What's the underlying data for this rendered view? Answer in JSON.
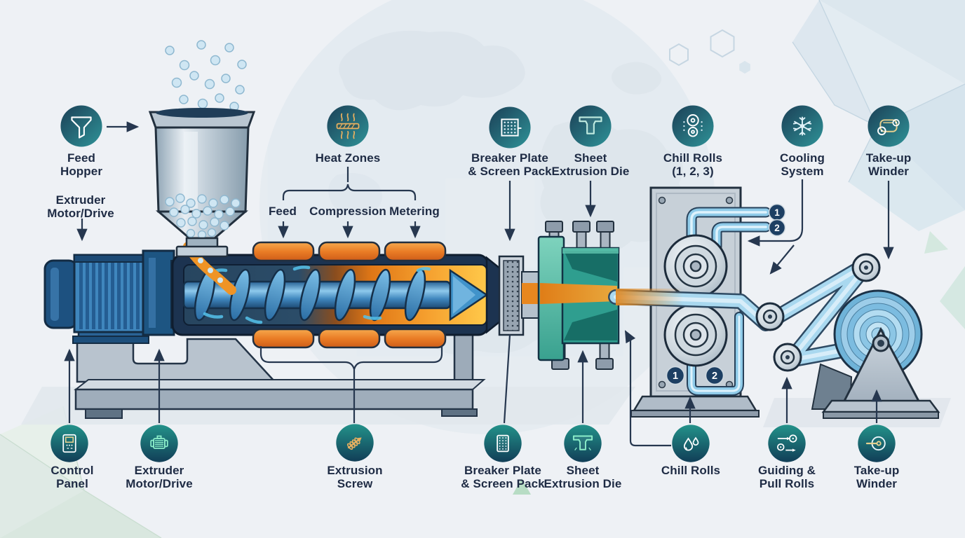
{
  "colors": {
    "background": "#eef1f5",
    "icon_gradient_dark": "#1b3f56",
    "icon_gradient_teal": "#2f9398",
    "label_text": "#1e2b44",
    "leader_line": "#26374f",
    "melt_orange": "#ef8c1e",
    "heater_orange": "#e8722a",
    "die_teal": "#2f9e8f",
    "machine_blue": "#2e6fa6",
    "sheet_blue": "#a9d8ef",
    "steel_gray": "#c6cfd8",
    "badge_navy": "#1d3f63"
  },
  "top_row": [
    {
      "id": "feed-hopper",
      "icon": "funnel-icon",
      "label": "Feed\nHopper"
    },
    {
      "id": "heat-zones",
      "icon": "heater-icon",
      "label": "Heat Zones"
    },
    {
      "id": "breaker-plate",
      "icon": "mesh-screen-icon",
      "label": "Breaker Plate\n& Screen Pack"
    },
    {
      "id": "sheet-die",
      "icon": "t-die-icon",
      "label": "Sheet\nExtrusion Die"
    },
    {
      "id": "chill-rolls",
      "icon": "two-rolls-icon",
      "label": "Chill Rolls\n(1, 2, 3)"
    },
    {
      "id": "cooling-system",
      "icon": "snowflake-icon",
      "label": "Cooling\nSystem"
    },
    {
      "id": "take-up-winder",
      "icon": "roll-winder-icon",
      "label": "Take-up\nWinder"
    }
  ],
  "side_labels": {
    "extruder_motor_drive": "Extruder\nMotor/Drive"
  },
  "heat_zones": {
    "sublabels": [
      "Feed",
      "Compression",
      "Metering"
    ]
  },
  "bottom_row": [
    {
      "id": "control-panel",
      "icon": "control-panel-icon",
      "label": "Control\nPanel"
    },
    {
      "id": "extruder-motor",
      "icon": "motor-icon",
      "label": "Extruder\nMotor/Drive"
    },
    {
      "id": "extrusion-screw",
      "icon": "screw-icon",
      "label": "Extrusion\nScrew"
    },
    {
      "id": "breaker-plate",
      "icon": "mesh-screen-icon",
      "label": "Breaker Plate\n& Screen Pack"
    },
    {
      "id": "sheet-die",
      "icon": "t-die-icon",
      "label": "Sheet\nExtrusion Die"
    },
    {
      "id": "chill-rolls",
      "icon": "water-drops-icon",
      "label": "Chill Rolls"
    },
    {
      "id": "guiding-pull-rolls",
      "icon": "guide-rolls-icon",
      "label": "Guiding &\nPull Rolls"
    },
    {
      "id": "take-up-winder",
      "icon": "winder-core-icon",
      "label": "Take-up\nWinder"
    }
  ],
  "badges": {
    "pipes": [
      "1",
      "2"
    ],
    "rolls": [
      "1",
      "2"
    ]
  }
}
